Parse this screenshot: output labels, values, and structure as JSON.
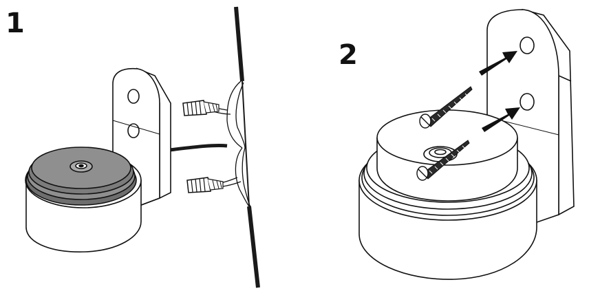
{
  "steps": [
    {
      "number": "1"
    },
    {
      "number": "2"
    }
  ],
  "colors": {
    "outline": "#111111",
    "body_fill": "#ffffff",
    "pad_fill": "#8f8f8f",
    "pad_dark": "#6e6e6e",
    "wire_gray": "#bdbdbd",
    "wire_black": "#1a1a1a",
    "screw_fill": "#2a2a2a",
    "arrow_fill": "#111111"
  },
  "icons": {
    "step1": "mount-wiring-illustration",
    "step2": "screw-mounting-illustration"
  }
}
